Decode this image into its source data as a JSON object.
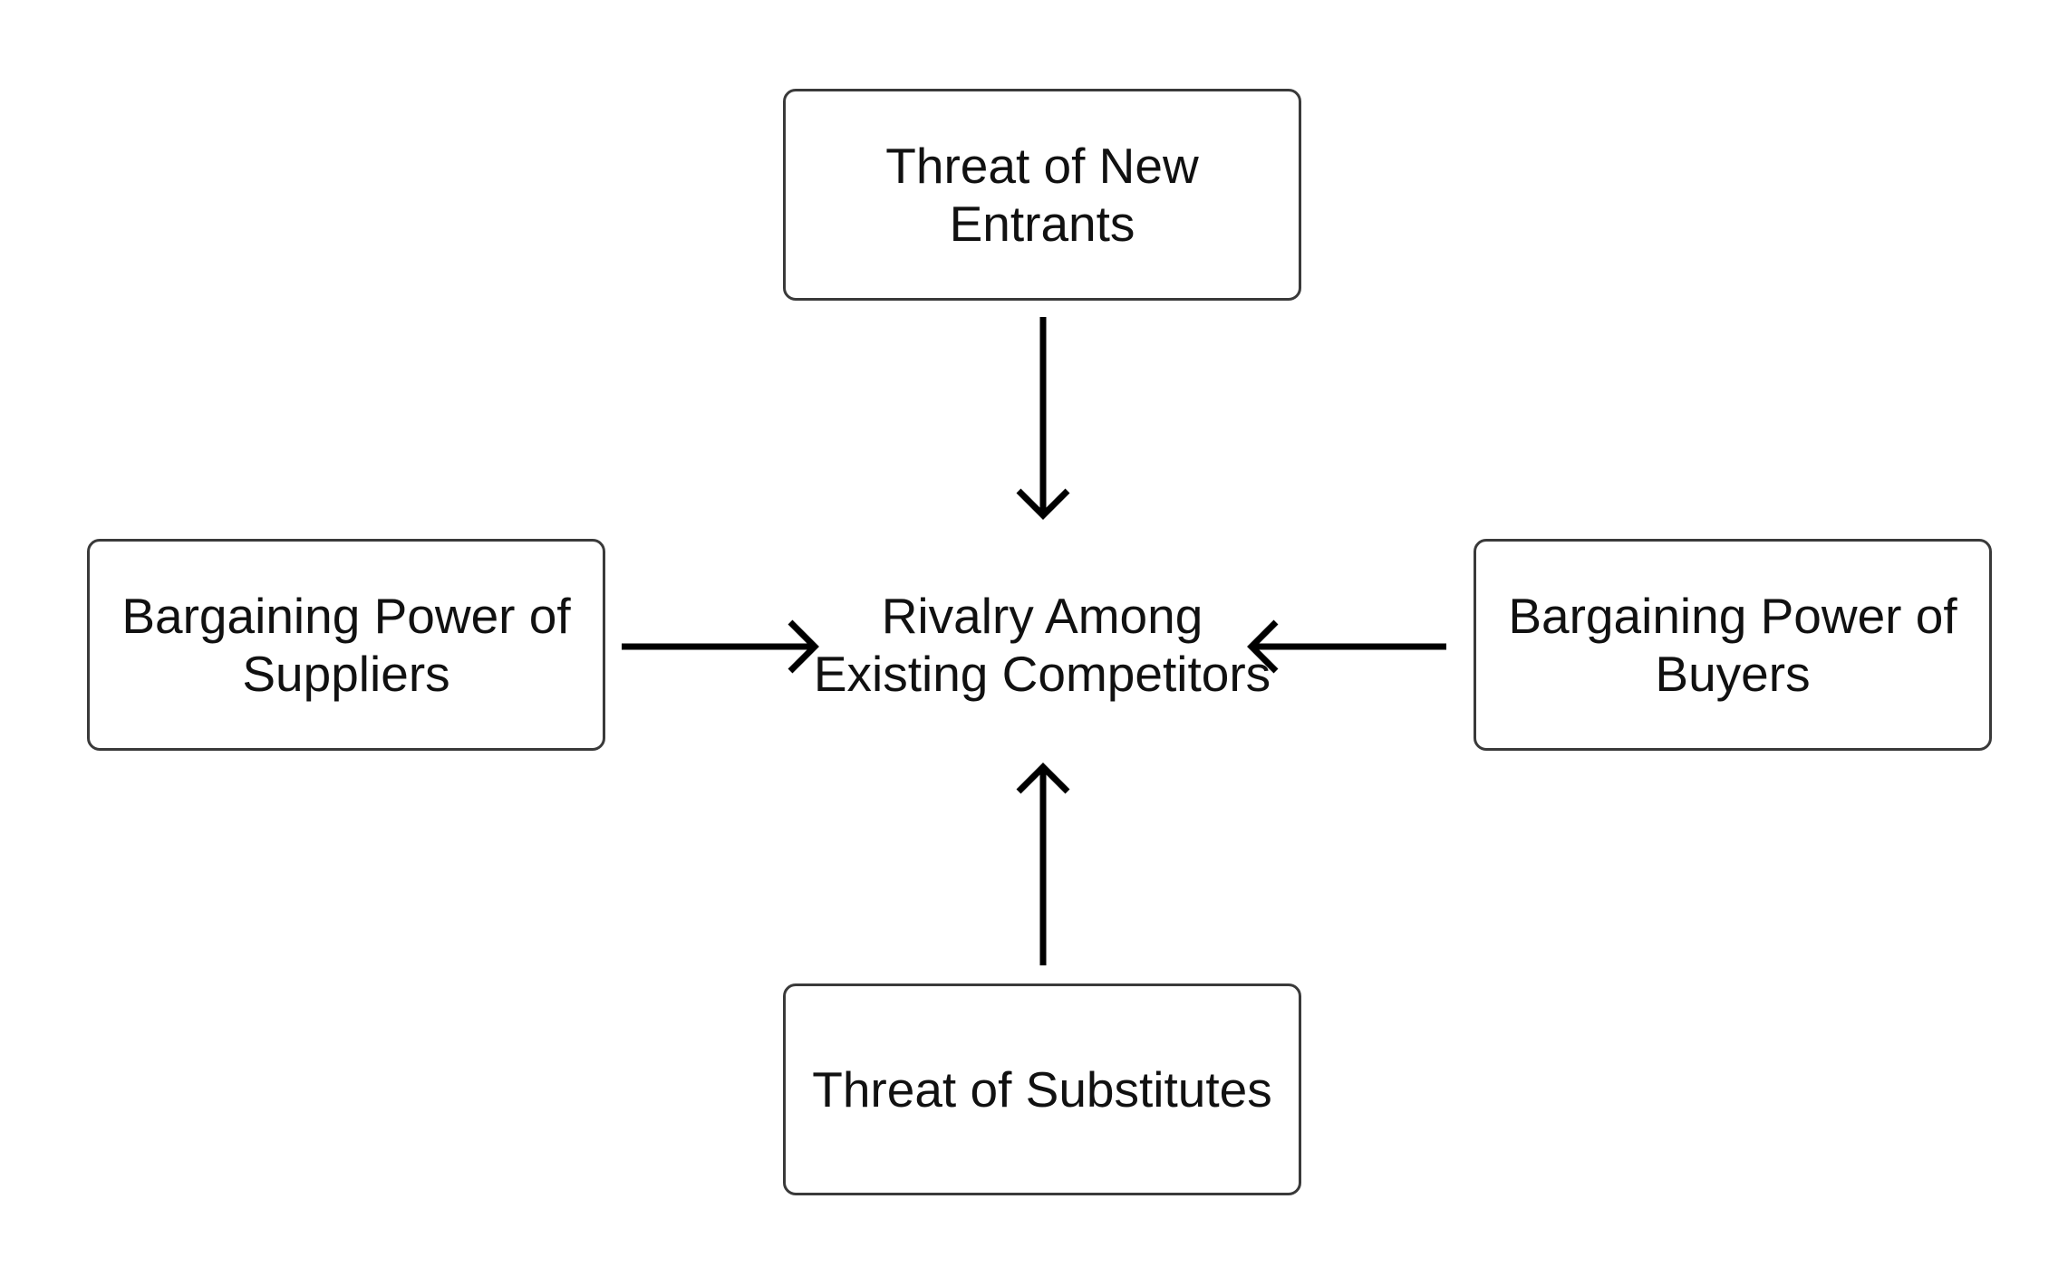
{
  "diagram": {
    "center": {
      "label": "Rivalry Among Existing Competitors"
    },
    "forces": {
      "top": {
        "label": "Threat of New Entrants"
      },
      "left": {
        "label": "Bargaining Power of Suppliers"
      },
      "right": {
        "label": "Bargaining Power of Buyers"
      },
      "bottom": {
        "label": "Threat of Substitutes"
      }
    },
    "arrow_color": "#000000",
    "box_border_color": "#3a3a3a"
  }
}
